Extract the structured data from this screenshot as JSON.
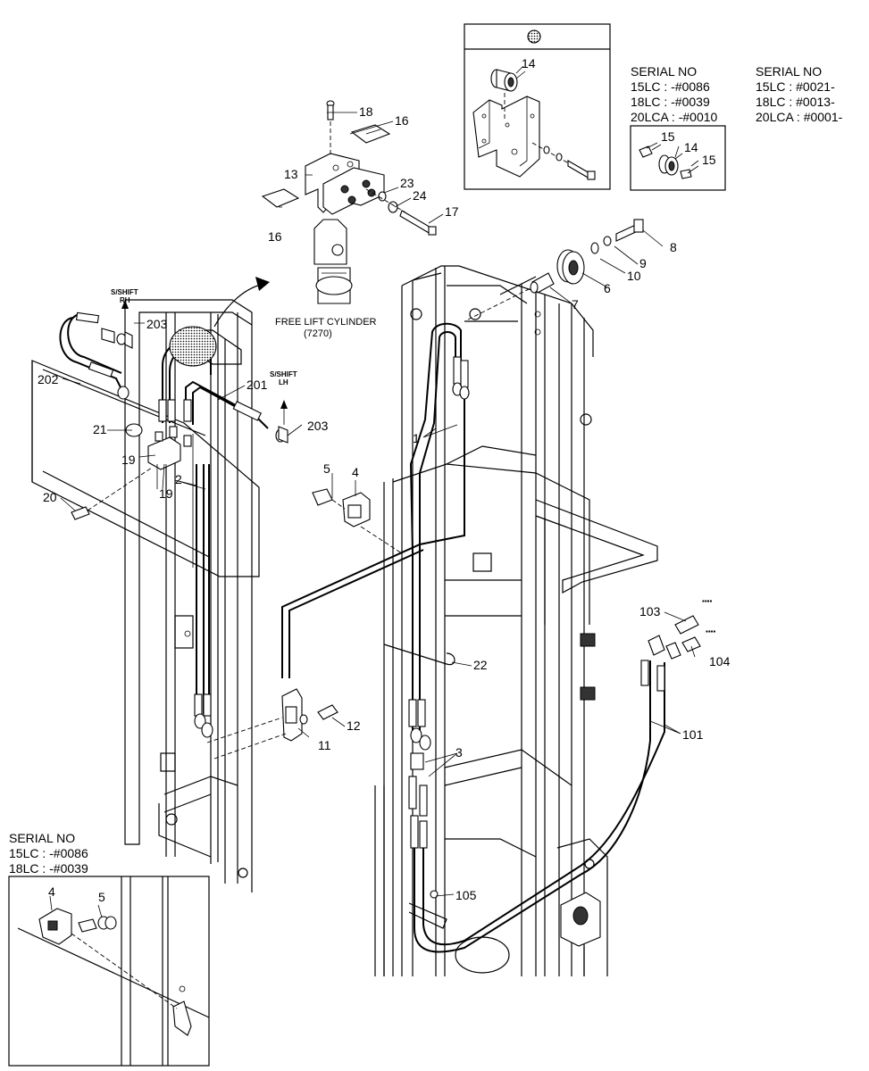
{
  "labels": {
    "p1": "1",
    "p2": "2",
    "p3": "3",
    "p4": "4",
    "p5": "5",
    "p6": "6",
    "p7": "7",
    "p8": "8",
    "p9": "9",
    "p10": "10",
    "p11": "11",
    "p12": "12",
    "p13": "13",
    "p14": "14",
    "p15": "15",
    "p16": "16",
    "p17": "17",
    "p18": "18",
    "p19": "19",
    "p20": "20",
    "p21": "21",
    "p22": "22",
    "p23": "23",
    "p24": "24",
    "p101": "101",
    "p103": "103",
    "p104": "104",
    "p105": "105",
    "p201": "201",
    "p202": "202",
    "p203": "203"
  },
  "callouts": {
    "free_lift_cylinder": "FREE LIFT CYLINDER",
    "free_lift_code": "(7270)",
    "sshift_rh_1": "S/SHIFT",
    "sshift_rh_2": "RH",
    "sshift_lh_1": "S/SHIFT",
    "sshift_lh_2": "LH"
  },
  "serial_boxes": {
    "top_left": {
      "heading": "SERIAL NO",
      "lines": [
        "15LC : -#0086",
        "18LC : -#0039",
        "20LCA : -#0010"
      ]
    },
    "top_right": {
      "heading": "SERIAL NO",
      "lines": [
        "15LC : #0021-",
        "18LC : #0013-",
        "20LCA : #0001-"
      ]
    },
    "bottom_left": {
      "heading": "SERIAL NO",
      "lines": [
        "15LC : -#0086",
        "18LC : -#0039"
      ]
    }
  },
  "colors": {
    "line": "#000000",
    "background": "#ffffff"
  }
}
